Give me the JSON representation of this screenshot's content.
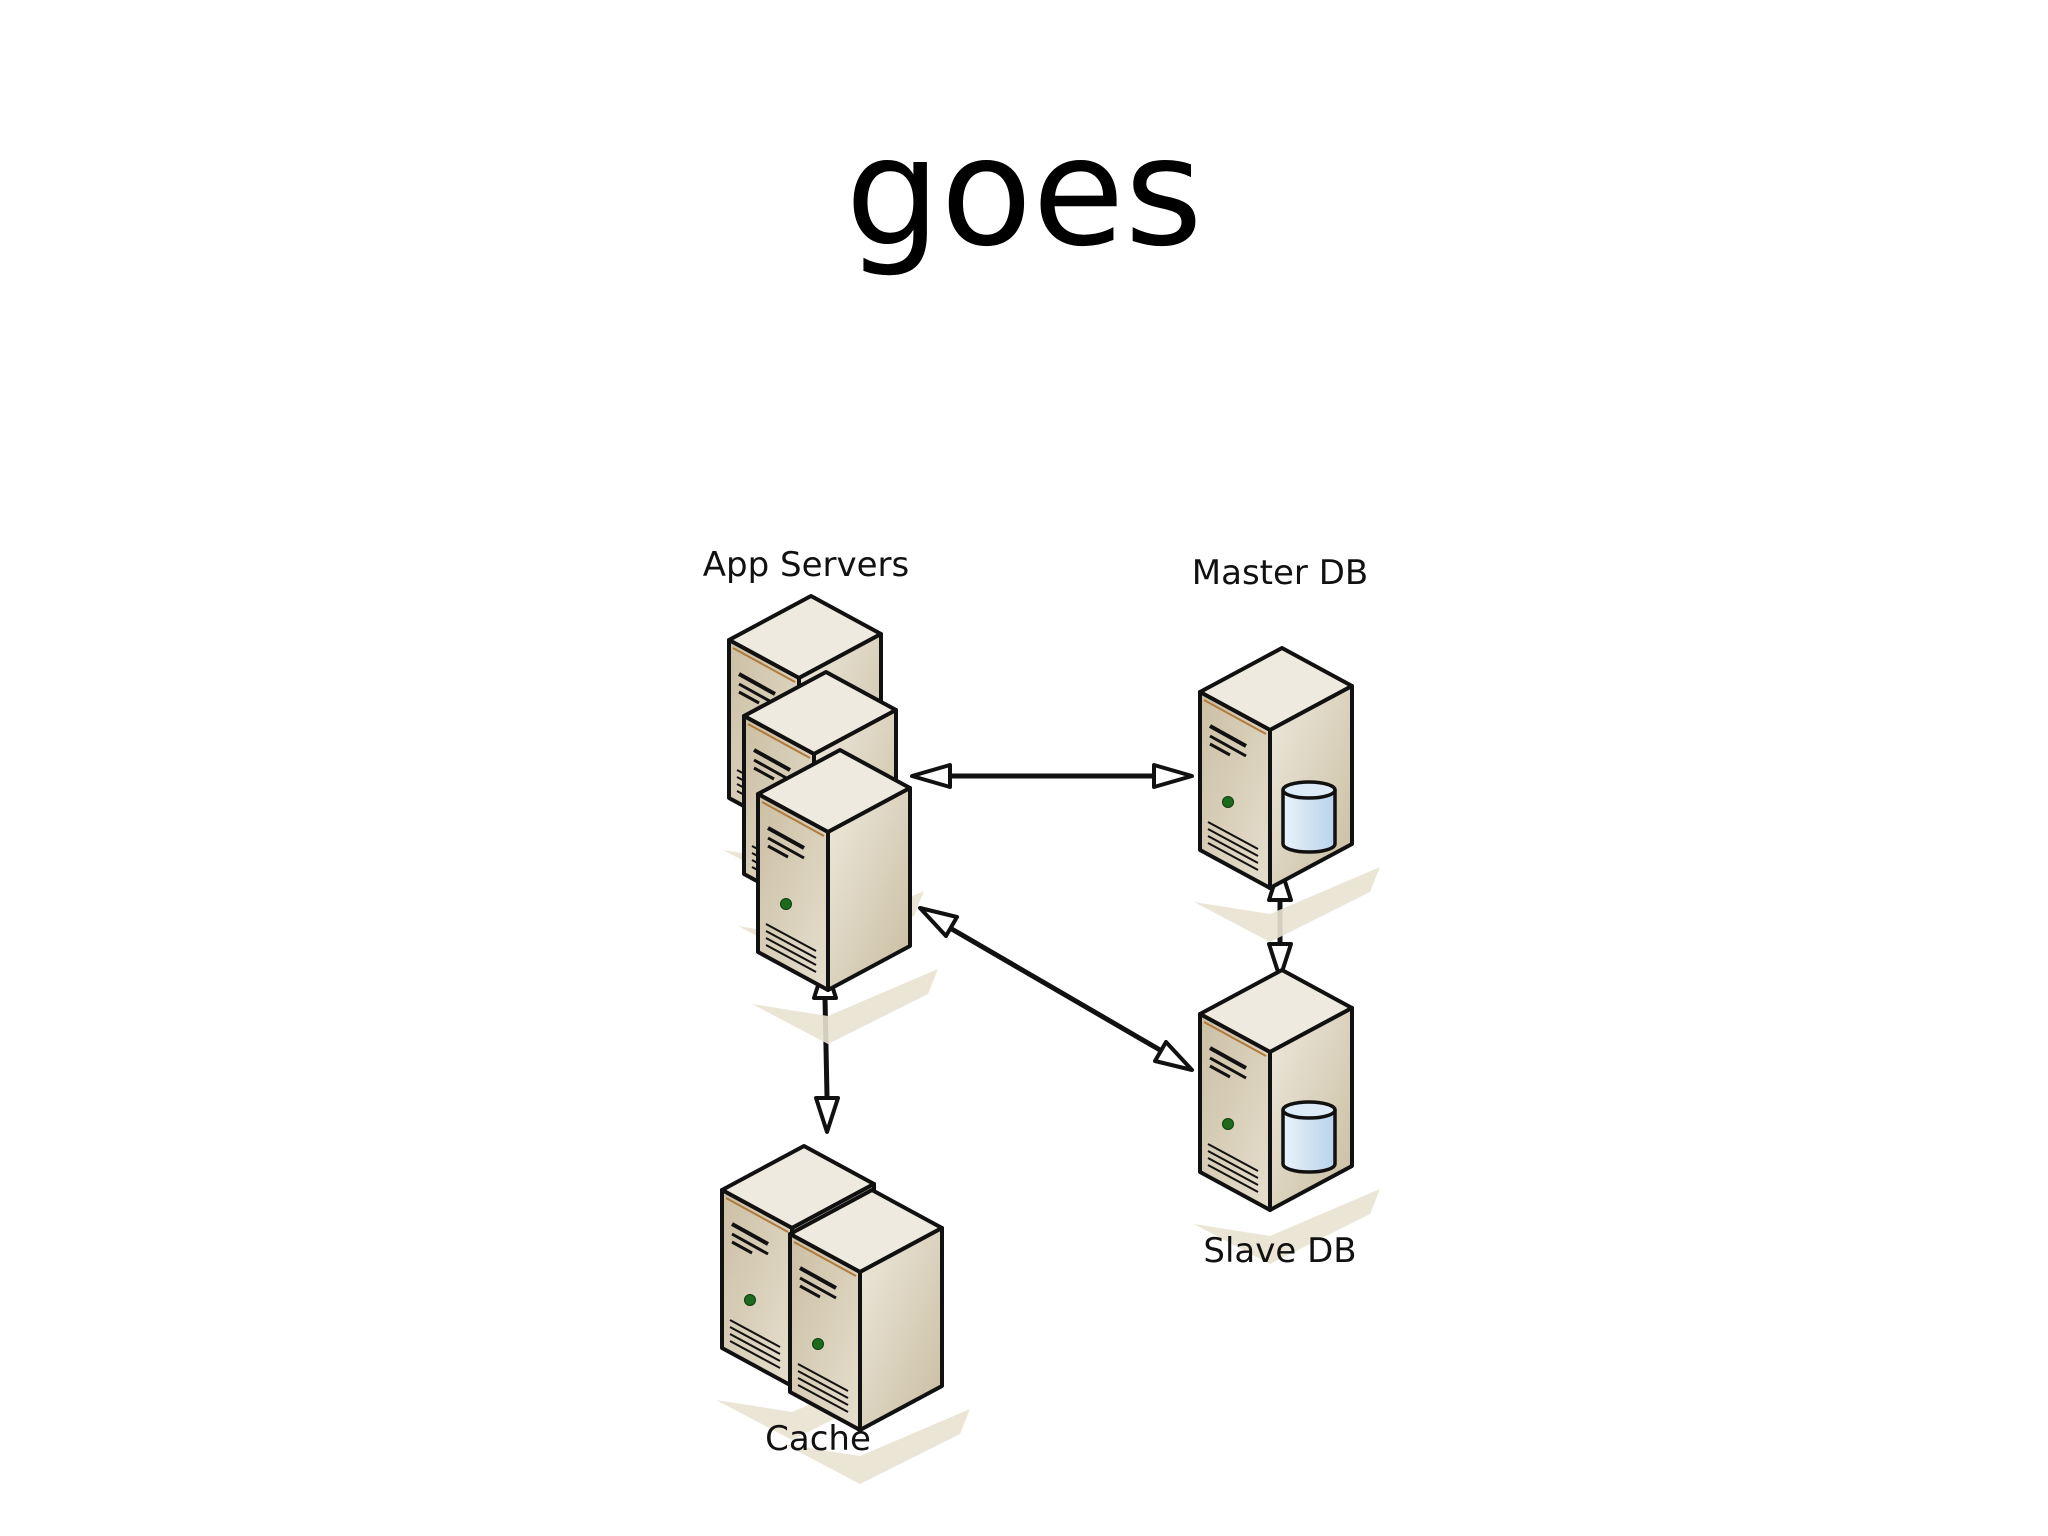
{
  "slide": {
    "title": "goes"
  },
  "diagram": {
    "nodes": [
      {
        "id": "app-servers",
        "label": "App Servers",
        "kind": "server",
        "count": 3,
        "database": false
      },
      {
        "id": "master-db",
        "label": "Master DB",
        "kind": "server",
        "count": 1,
        "database": true
      },
      {
        "id": "slave-db",
        "label": "Slave DB",
        "kind": "server",
        "count": 1,
        "database": true
      },
      {
        "id": "cache",
        "label": "Cache",
        "kind": "server",
        "count": 2,
        "database": false
      }
    ],
    "edges": [
      {
        "from": "app-servers",
        "to": "master-db",
        "bidirectional": true
      },
      {
        "from": "app-servers",
        "to": "slave-db",
        "bidirectional": true
      },
      {
        "from": "master-db",
        "to": "slave-db",
        "bidirectional": true
      },
      {
        "from": "app-servers",
        "to": "cache",
        "bidirectional": true
      }
    ],
    "colors": {
      "server_front": "#d6cdb8",
      "server_side": "#c4b89c",
      "server_top": "#ece6d8",
      "outline": "#111111",
      "status_led": "#1e6b1e",
      "database": "#cfe2f3",
      "shadow": "#e9e2d2"
    }
  }
}
